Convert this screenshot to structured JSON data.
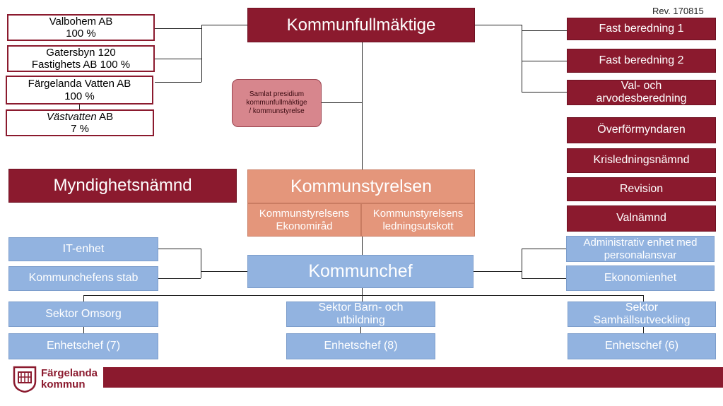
{
  "revision": "Rev. 170815",
  "council": {
    "title": "Kommunfullmäktige"
  },
  "owned": [
    {
      "line1": "Valbohem AB",
      "line2": "100 %"
    },
    {
      "line1": "Gatersbyn 120",
      "line2": "Fastighets AB 100 %"
    },
    {
      "line1": "Färgelanda Vatten AB",
      "line2": "100 %"
    },
    {
      "line1_italic": "Västvatten",
      "line1_rest": " AB",
      "line2": "7 %"
    }
  ],
  "presidium": {
    "line1": "Samlat presidium",
    "line2": "kommunfullmäktige",
    "line3": "/ kommunstyrelse"
  },
  "authority": {
    "title": "Myndighetsnämnd"
  },
  "right_committees": [
    {
      "line1": "Fast beredning 1"
    },
    {
      "line1": "Fast beredning 2"
    },
    {
      "line1": "Val- och",
      "line2": "arvodesberedning"
    },
    {
      "line1": "Överförmyndaren"
    },
    {
      "line1": "Krisledningsnämnd"
    },
    {
      "line1": "Revision"
    },
    {
      "line1": "Valnämnd"
    }
  ],
  "board": {
    "title": "Kommunstyrelsen",
    "sub_left": {
      "line1": "Kommunstyrelsens",
      "line2": "Ekonomiråd"
    },
    "sub_right": {
      "line1": "Kommunstyrelsens",
      "line2": "ledningsutskott"
    }
  },
  "ceo": {
    "title": "Kommunchef"
  },
  "left_units": [
    {
      "line1": "IT-enhet"
    },
    {
      "line1": "Kommunchefens stab"
    }
  ],
  "right_units": [
    {
      "line1": "Administrativ enhet med",
      "line2": "personalansvar"
    },
    {
      "line1": "Ekonomienhet"
    }
  ],
  "sectors": [
    {
      "line1": "Sektor Omsorg",
      "line2": "",
      "sub": "Enhetschef (7)"
    },
    {
      "line1": "Sektor Barn- och",
      "line2": "utbildning",
      "sub": "Enhetschef (8)"
    },
    {
      "line1": "Sektor",
      "line2": "Samhällsutveckling",
      "sub": "Enhetschef (6)"
    }
  ],
  "footer": {
    "logo_line1": "Färgelanda",
    "logo_line2": "kommun",
    "logo_icon": "municipal-crest-icon"
  },
  "colors": {
    "dark_red": "#8b1a2e",
    "salmon": "#e4967b",
    "blue": "#92b3e0",
    "pink": "#d7868d"
  }
}
